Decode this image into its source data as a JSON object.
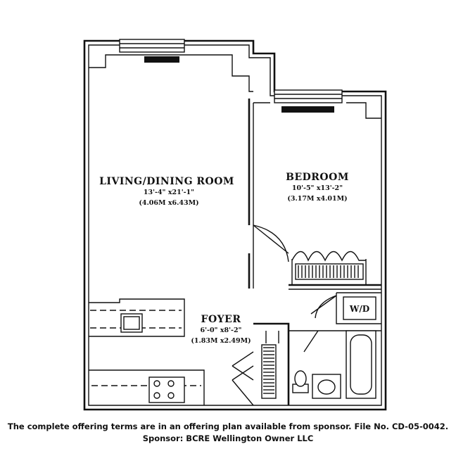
{
  "rooms": {
    "living": {
      "name": "LIVING/DINING ROOM",
      "dim_imperial": "13'-4\" x21'-1\"",
      "dim_metric": "(4.06M x6.43M)"
    },
    "bedroom": {
      "name": "BEDROOM",
      "dim_imperial": "10'-5\" x13'-2\"",
      "dim_metric": "(3.17M x4.01M)"
    },
    "foyer": {
      "name": "FOYER",
      "dim_imperial": "6'-0\" x8'-2\"",
      "dim_metric": "(1.83M x2.49M)"
    }
  },
  "fixtures": {
    "washer_dryer": "W/D"
  },
  "footer": {
    "line1": "The complete offering terms are in an offering plan available from sponsor. File No. CD-05-0042.",
    "line2": "Sponsor: BCRE Wellington Owner LLC"
  }
}
